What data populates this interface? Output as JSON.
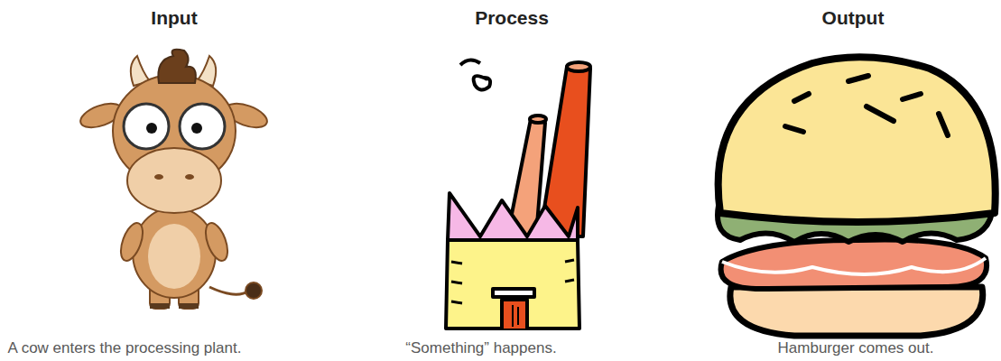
{
  "diagram": {
    "labels": [
      "Input",
      "Process",
      "Output",
      "A cow enters the processing plant.",
      "“Something” happens.",
      "Hamburger comes out."
    ]
  }
}
